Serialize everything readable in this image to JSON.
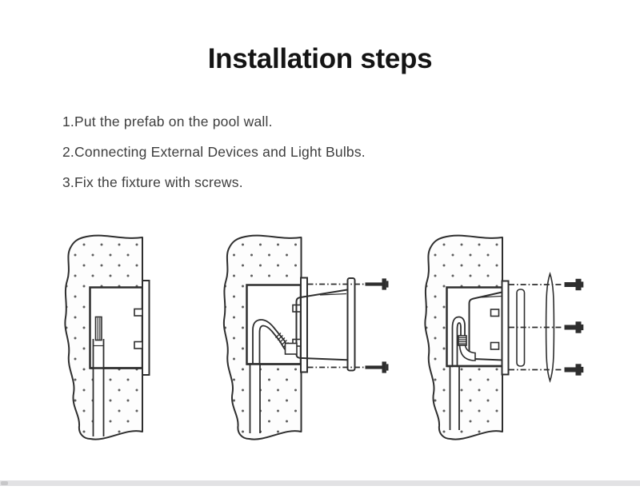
{
  "title": "Installation steps",
  "steps": [
    "1.Put the prefab on the pool wall.",
    "2.Connecting External Devices and Light Bulbs.",
    "3.Fix the fixture with screws."
  ],
  "diagrams": [
    {
      "icon": "diagram-step1-prefab-niche-in-pool-wall"
    },
    {
      "icon": "diagram-step2-connect-cable-and-fixture"
    },
    {
      "icon": "diagram-step3-fix-fixture-with-screws"
    }
  ],
  "colors": {
    "line": "#2e2e2e",
    "stipple_dot": "#5e5e5e",
    "title_text": "#141414",
    "step_text": "#3e3e3e",
    "scrollbar_track": "#e2e2e4",
    "page_bg": "#ffffff"
  }
}
